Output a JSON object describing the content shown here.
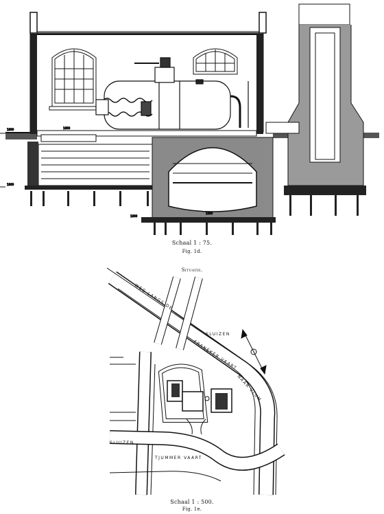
{
  "elevation": {
    "scale": "Schaal 1 : 75.",
    "fig": "Fig. 1d.",
    "levels": [
      "1800",
      "1800",
      "1600",
      "1800",
      "1800"
    ]
  },
  "situatie": {
    "title": "Situatie.",
    "scale": "Schaal 1 : 500.",
    "fig": "Fig. 1e.",
    "labels": {
      "canal_north": "WEG LANGS DE",
      "canal_diag": "FRANEKER VAART",
      "canal_ne": "NAAR VLUM",
      "sluice_ne": "SLUIZEN",
      "sluice_w": "SLUIZEN",
      "canal_south": "TJUMMER  VAART"
    }
  }
}
